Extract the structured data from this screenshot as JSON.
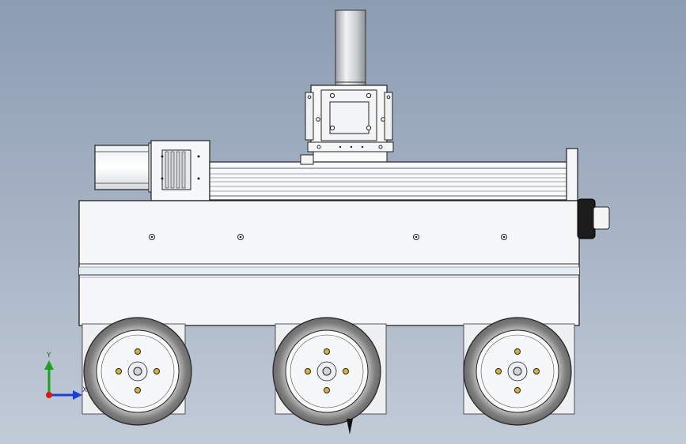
{
  "viewport": {
    "background_top": "#8c9cb2",
    "background_bottom": "#c2cbd8"
  },
  "triad": {
    "y_label": "Y",
    "x_label": "X",
    "y_color": "#1aa31a",
    "x_color": "#1a3fd6",
    "z_color": "#d61a1a"
  },
  "model": {
    "body_color": "#f4f5f7",
    "edge_color": "#2a2a2a",
    "tire_color": "#8a8a8a",
    "screw_color": "#d8b23a",
    "motor_color": "#1c1c1c",
    "wheels": [
      "front-wheel",
      "middle-wheel",
      "rear-wheel"
    ]
  }
}
